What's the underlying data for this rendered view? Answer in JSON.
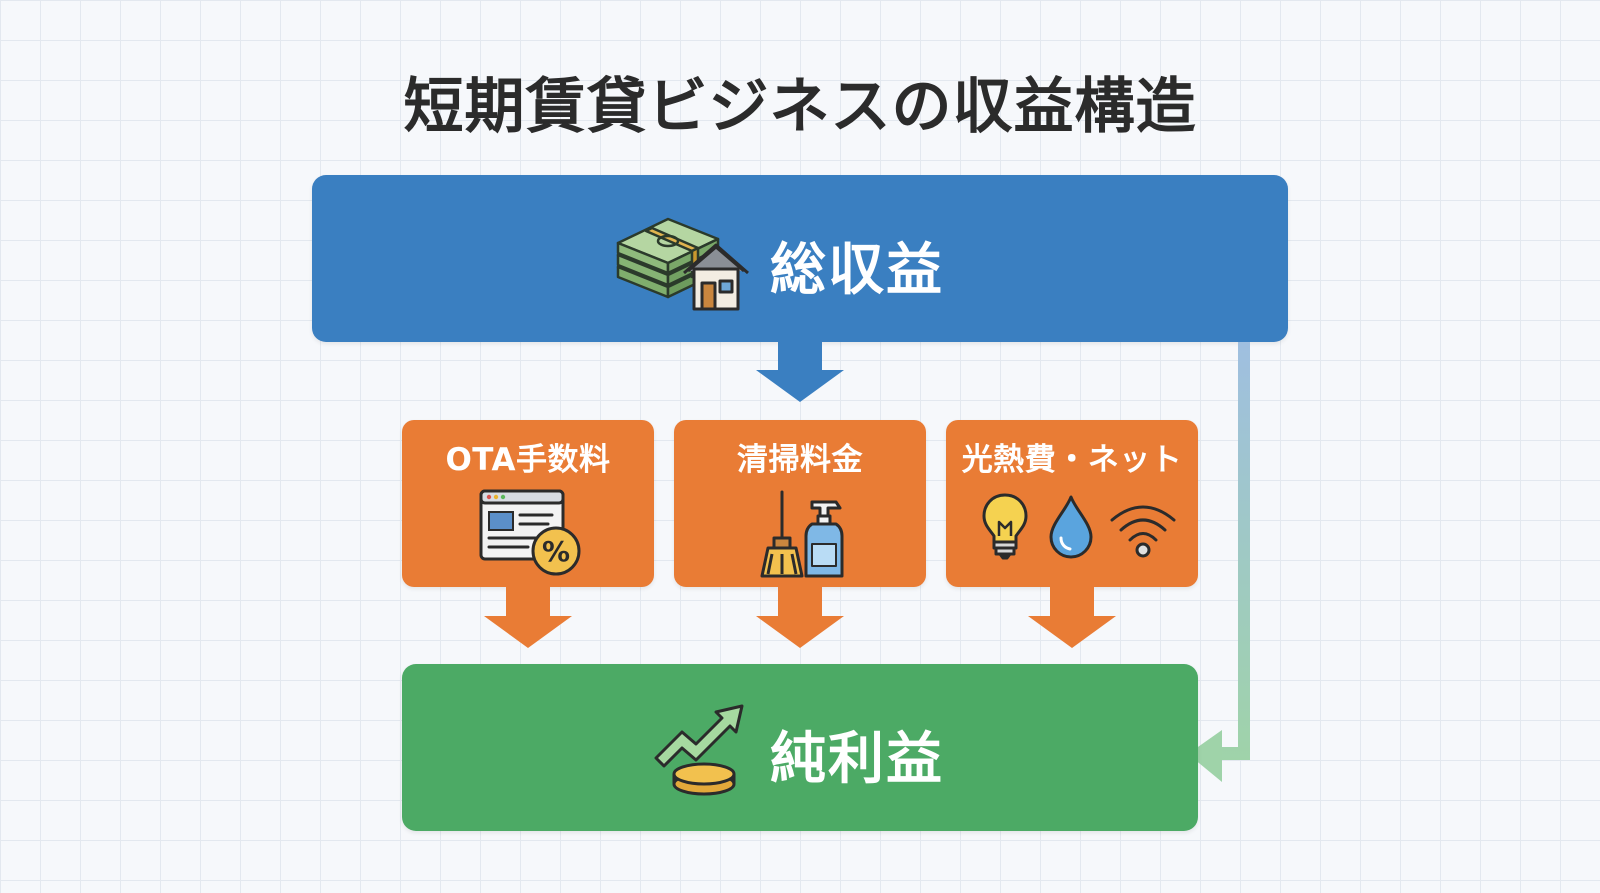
{
  "title": "短期賃貸ビジネスの収益構造",
  "revenue": {
    "label": "総収益",
    "icon": "money-house-icon",
    "color": "#3a7fc1"
  },
  "costs": [
    {
      "label": "OTA手数料",
      "icon": "browser-percent-icon"
    },
    {
      "label": "清掃料金",
      "icon": "broom-spray-icon"
    },
    {
      "label": "光熱費・ネット",
      "icons": [
        "lightbulb-icon",
        "water-drop-icon",
        "wifi-icon"
      ]
    }
  ],
  "cost_color": "#e97c35",
  "profit": {
    "label": "純利益",
    "icon": "growth-coin-icon",
    "color": "#4caa65"
  }
}
